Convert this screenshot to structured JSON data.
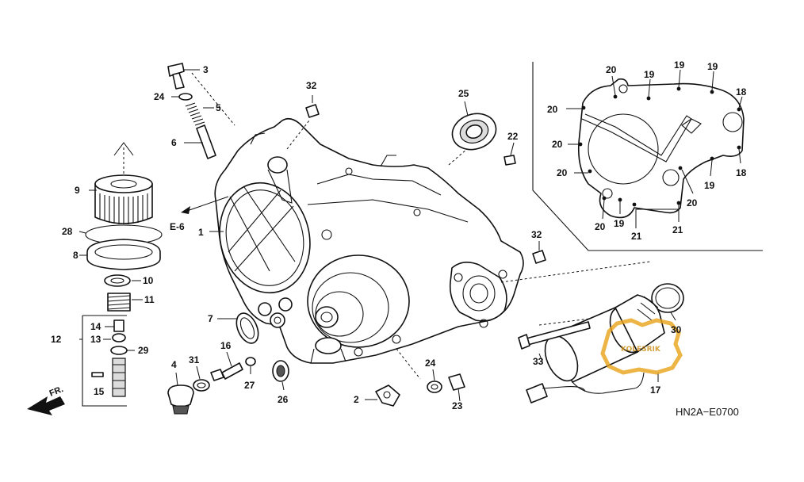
{
  "callouts": {
    "p1": "1",
    "p2": "2",
    "p3": "3",
    "p4": "4",
    "p5": "5",
    "p6": "6",
    "p7": "7",
    "p8": "8",
    "p9": "9",
    "p10": "10",
    "p11": "11",
    "p12": "12",
    "p13": "13",
    "p14": "14",
    "p15": "15",
    "p16": "16",
    "p17": "17",
    "p18": "18",
    "p19": "19",
    "p20": "20",
    "p21": "21",
    "p22": "22",
    "p23": "23",
    "p24": "24",
    "p25": "25",
    "p26": "26",
    "p27": "27",
    "p28": "28",
    "p29": "29",
    "p30": "30",
    "p31": "31",
    "p32": "32",
    "p33": "33"
  },
  "reference": {
    "code": "E-6"
  },
  "direction": {
    "label": "FR."
  },
  "diagram_code": "HN2A−E0700",
  "watermark": {
    "text": "KOLESRIK",
    "color": "#e8a317"
  },
  "colors": {
    "line": "#111111",
    "background": "#ffffff"
  }
}
